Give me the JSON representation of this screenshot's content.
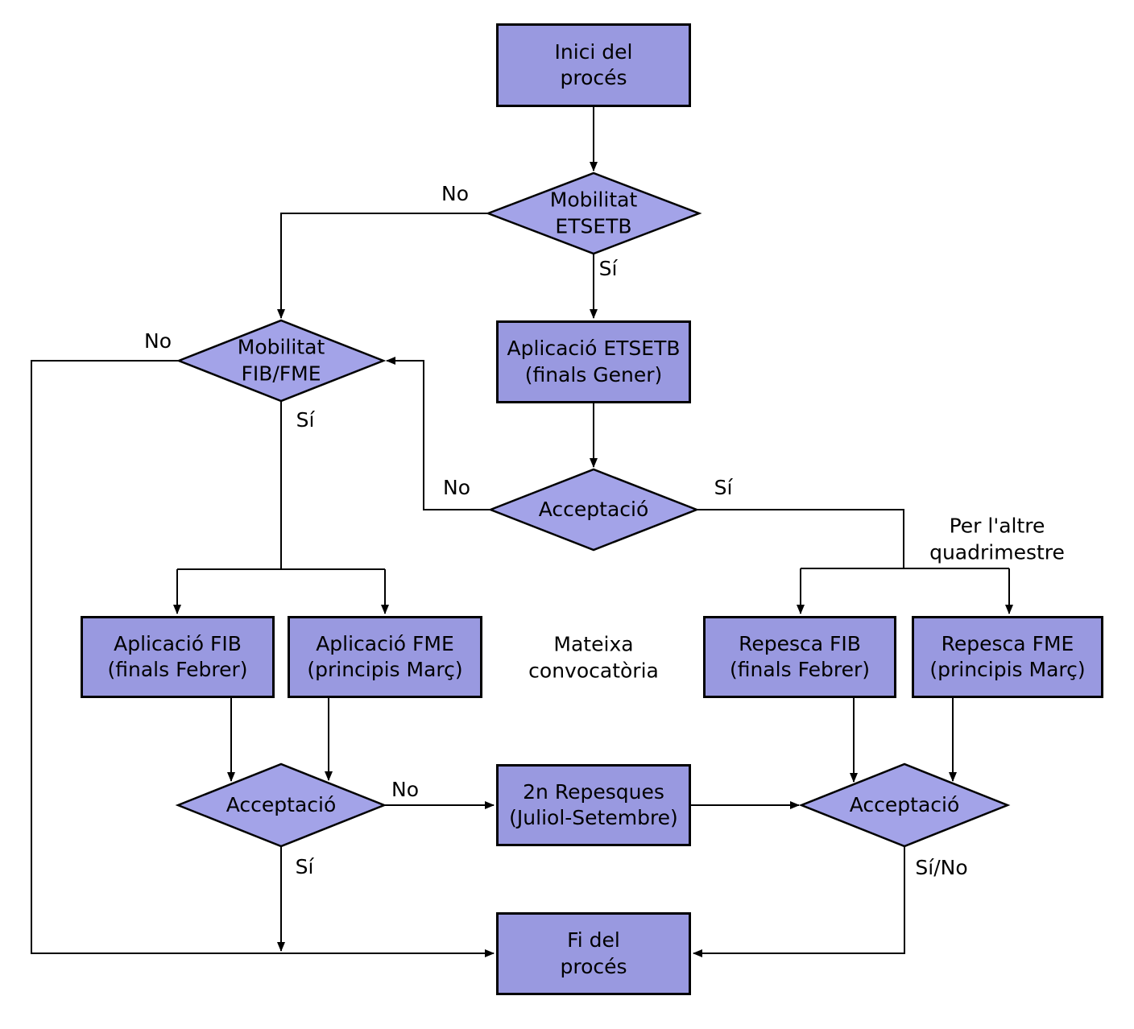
{
  "diagram": {
    "nodes": {
      "inici": {
        "label": "Inici del\nprocés"
      },
      "mobilitat_etsetb": {
        "label": "Mobilitat\nETSETB"
      },
      "aplicacio_etsetb": {
        "label": "Aplicació ETSETB\n(finals Gener)"
      },
      "mobilitat_fib_fme": {
        "label": "Mobilitat\nFIB/FME"
      },
      "acceptacio_1": {
        "label": "Acceptació"
      },
      "aplicacio_fib": {
        "label": "Aplicació FIB\n(finals Febrer)"
      },
      "aplicacio_fme": {
        "label": "Aplicació FME\n(principis Març)"
      },
      "repesca_fib": {
        "label": "Repesca FIB\n(finals Febrer)"
      },
      "repesca_fme": {
        "label": "Repesca FME\n(principis Març)"
      },
      "acceptacio_2": {
        "label": "Acceptació"
      },
      "repesques_2n": {
        "label": "2n Repesques\n(Juliol-Setembre)"
      },
      "acceptacio_3": {
        "label": "Acceptació"
      },
      "fi": {
        "label": "Fi del\nprocés"
      }
    },
    "edge_labels": {
      "etsetb_no": "No",
      "etsetb_si": "Sí",
      "fibfme_no": "No",
      "fibfme_si": "Sí",
      "acceptacio1_no": "No",
      "acceptacio1_si": "Sí",
      "acceptacio2_no": "No",
      "acceptacio2_si": "Sí",
      "acceptacio3_sino": "Sí/No"
    },
    "annotations": {
      "mateixa_convocatoria": "Mateixa\nconvocatòria",
      "per_laltre_quadrimestre": "Per l'altre\nquadrimestre"
    },
    "colors": {
      "box_fill": "#9999e0",
      "diamond_fill": "#a3a3e8",
      "stroke": "#000000",
      "background": "#ffffff"
    }
  }
}
